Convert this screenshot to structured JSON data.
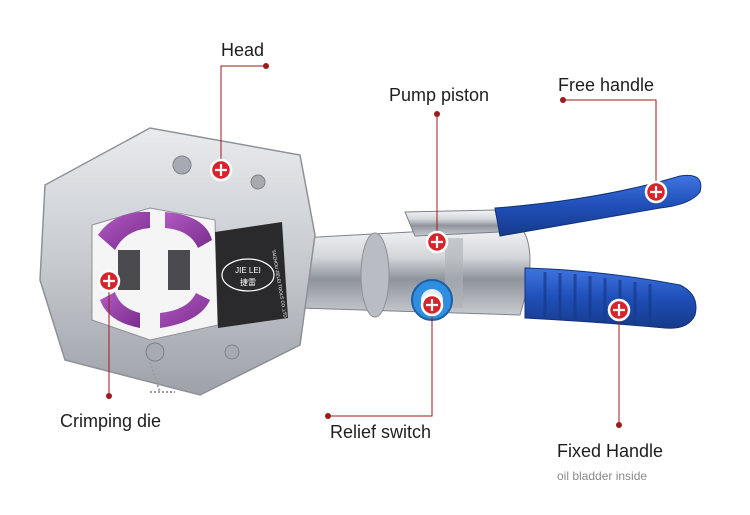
{
  "colors": {
    "callout_line": "#9b1b1b",
    "marker_fill": "#d8232a",
    "marker_ring": "#ffffff",
    "handle_blue": "#1f4fb8",
    "die_purple": "#8a3a9a",
    "metal": "#c9ccd1"
  },
  "product": {
    "brand_latin": "JIE LEI",
    "brand_cjk": "捷雷",
    "maker_text": "TAIZHOU JIELEI TOOLS CO.,LTD"
  },
  "callouts": {
    "head": {
      "label": "Head"
    },
    "pump_piston": {
      "label": "Pump piston"
    },
    "free_handle": {
      "label": "Free handle"
    },
    "crimping_die": {
      "label": "Crimping die"
    },
    "relief_switch": {
      "label": "Relief switch"
    },
    "fixed_handle": {
      "label": "Fixed Handle",
      "note": "oil bladder inside"
    }
  },
  "icons": {
    "marker": "plus-marker-icon"
  }
}
